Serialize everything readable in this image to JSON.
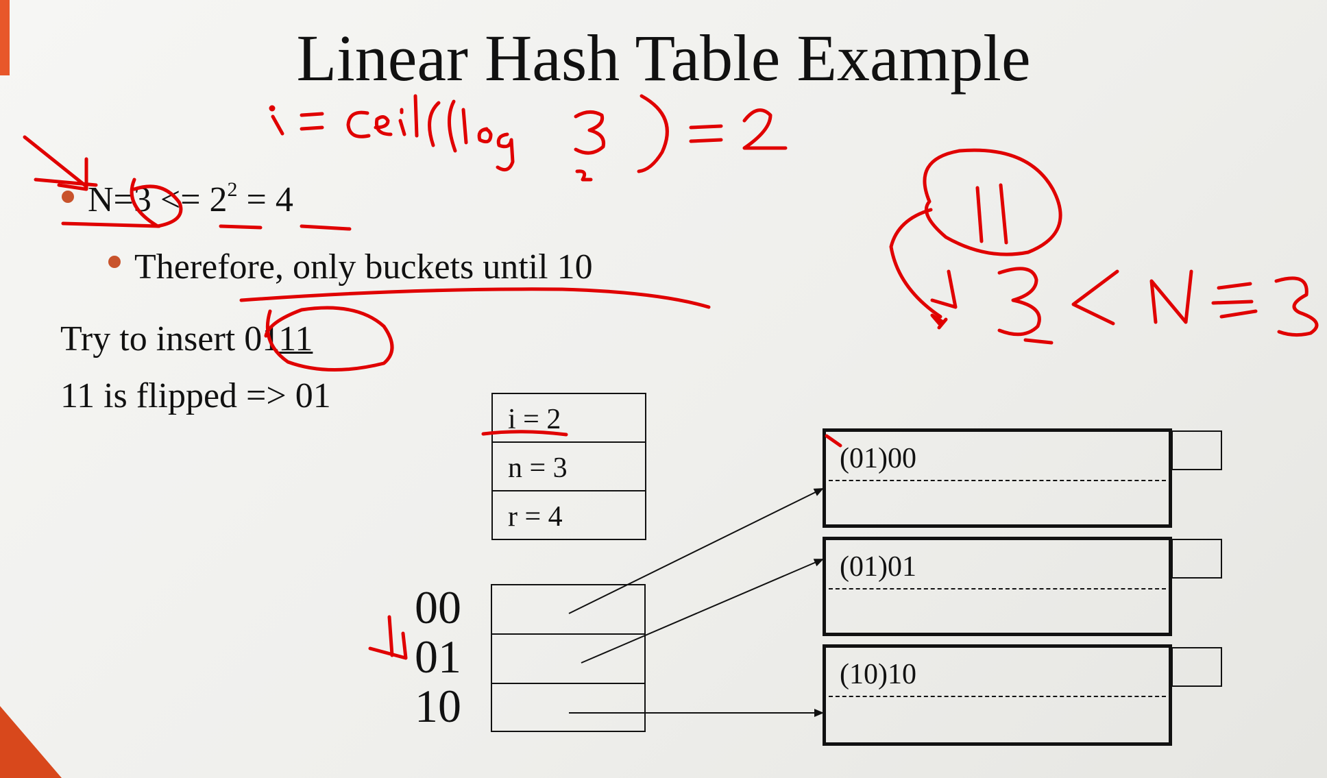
{
  "slide": {
    "title": "Linear Hash Table Example",
    "bullet1": {
      "text": "N=3 <= 2",
      "sup": "2",
      "tail": " = 4"
    },
    "bullet2": "Therefore, only buckets until 10",
    "line3": {
      "prefix": "Try to insert 01",
      "underlined": "11"
    },
    "line4": "11 is flipped => 01"
  },
  "params": [
    "i = 2",
    "n = 3",
    "r = 4"
  ],
  "index_labels": [
    "00",
    "01",
    "10"
  ],
  "buckets": [
    "(01)00",
    "(01)01",
    "(10)10"
  ],
  "annotations": {
    "formula": "i = ceil(log₂ 3) = 2",
    "circled_bits": "11",
    "inequality": "3 < N ≤ 3"
  },
  "colors": {
    "accent": "#e8572a",
    "bullet": "#c8532c",
    "ink": "#e00000"
  }
}
